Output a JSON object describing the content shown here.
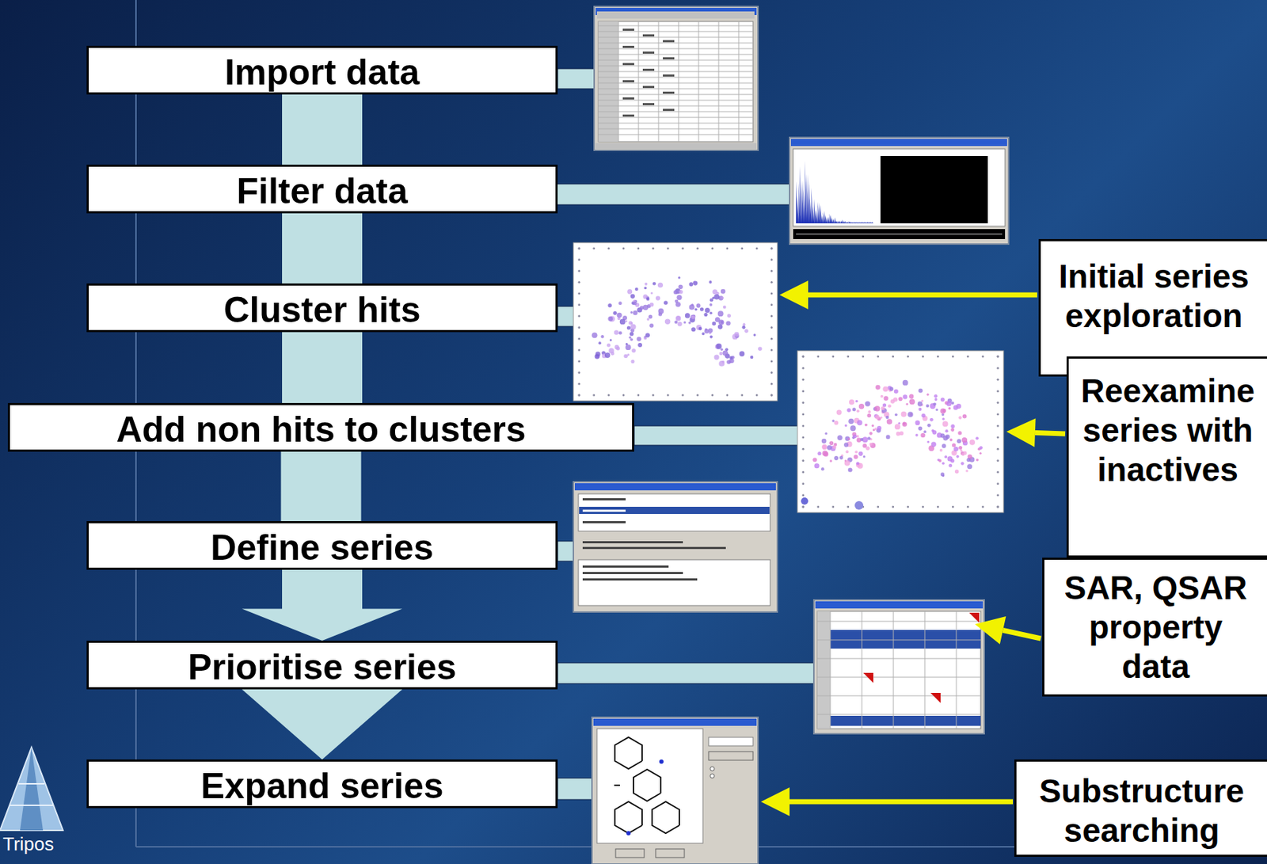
{
  "diagram": {
    "nodes": [
      {
        "text": [
          "Import data"
        ]
      },
      {
        "text": [
          "Filter data"
        ]
      },
      {
        "text": [
          "Cluster hits"
        ]
      },
      {
        "text": [
          "Add non hits to clusters"
        ]
      },
      {
        "text": [
          "Define series"
        ]
      },
      {
        "text": [
          "Prioritise series"
        ]
      },
      {
        "text": [
          "Expand series"
        ]
      },
      {
        "text": [
          "Initial series exploration"
        ]
      },
      {
        "text": [
          "Reexamine series with inactives"
        ]
      },
      {
        "text": [
          "SAR, QSAR property data"
        ]
      },
      {
        "text": [
          "Substructure searching"
        ]
      }
    ],
    "edges": [
      {
        "from": 0,
        "to": 1,
        "arrow": "none"
      },
      {
        "from": 1,
        "to": 2,
        "arrow": "none"
      },
      {
        "from": 2,
        "to": 3,
        "arrow": "none"
      },
      {
        "from": 3,
        "to": 4,
        "arrow": "none"
      },
      {
        "from": 4,
        "to": 5,
        "arrow": "to"
      },
      {
        "from": 5,
        "to": 6,
        "arrow": "to"
      }
    ],
    "labels": [
      "Tripos"
    ]
  }
}
